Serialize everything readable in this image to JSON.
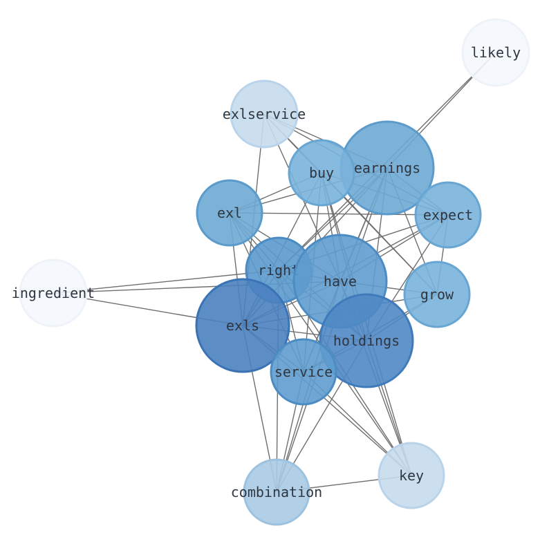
{
  "nodes": [
    {
      "id": "likely",
      "label": "likely",
      "fill": "#f4f8fd",
      "stroke": "#eef3fa"
    },
    {
      "id": "exlservice",
      "label": "exlservice",
      "fill": "#c5dbec",
      "stroke": "#b9d3ea"
    },
    {
      "id": "earnings",
      "label": "earnings",
      "fill": "#6ea9d4",
      "stroke": "#5a9bcc"
    },
    {
      "id": "buy",
      "label": "buy",
      "fill": "#7ab3db",
      "stroke": "#67a6d3"
    },
    {
      "id": "expect",
      "label": "expect",
      "fill": "#7ab3db",
      "stroke": "#67a6d3"
    },
    {
      "id": "exl",
      "label": "exl",
      "fill": "#6ea9d4",
      "stroke": "#5a9bcc"
    },
    {
      "id": "right",
      "label": "right",
      "fill": "#5b99cd",
      "stroke": "#4a8bc4"
    },
    {
      "id": "have",
      "label": "have",
      "fill": "#5f9cce",
      "stroke": "#4c8cc4"
    },
    {
      "id": "ingredient",
      "label": "ingredient",
      "fill": "#f4f8fd",
      "stroke": "#eef3fa"
    },
    {
      "id": "grow",
      "label": "grow",
      "fill": "#7ab3db",
      "stroke": "#67a6d3"
    },
    {
      "id": "exls",
      "label": "exls",
      "fill": "#4a81bf",
      "stroke": "#3a73b5"
    },
    {
      "id": "holdings",
      "label": "holdings",
      "fill": "#4f88c4",
      "stroke": "#3f7bbb"
    },
    {
      "id": "service",
      "label": "service",
      "fill": "#5f9cce",
      "stroke": "#4c8cc4"
    },
    {
      "id": "key",
      "label": "key",
      "fill": "#c5dbec",
      "stroke": "#b9d3ea"
    },
    {
      "id": "combination",
      "label": "combination",
      "fill": "#a9cbe4",
      "stroke": "#9cc2df"
    }
  ],
  "edges": [
    [
      "likely",
      "earnings"
    ],
    [
      "likely",
      "right"
    ],
    [
      "exlservice",
      "buy"
    ],
    [
      "exlservice",
      "earnings"
    ],
    [
      "exlservice",
      "expect"
    ],
    [
      "exlservice",
      "exls"
    ],
    [
      "exlservice",
      "have"
    ],
    [
      "exlservice",
      "grow"
    ],
    [
      "earnings",
      "exl"
    ],
    [
      "earnings",
      "right"
    ],
    [
      "earnings",
      "have"
    ],
    [
      "earnings",
      "exls"
    ],
    [
      "earnings",
      "holdings"
    ],
    [
      "earnings",
      "grow"
    ],
    [
      "earnings",
      "service"
    ],
    [
      "earnings",
      "combination"
    ],
    [
      "earnings",
      "expect"
    ],
    [
      "buy",
      "exl"
    ],
    [
      "buy",
      "grow"
    ],
    [
      "buy",
      "have"
    ],
    [
      "buy",
      "exls"
    ],
    [
      "buy",
      "holdings"
    ],
    [
      "buy",
      "service"
    ],
    [
      "buy",
      "expect"
    ],
    [
      "buy",
      "key"
    ],
    [
      "expect",
      "exl"
    ],
    [
      "expect",
      "right"
    ],
    [
      "expect",
      "exls"
    ],
    [
      "expect",
      "holdings"
    ],
    [
      "expect",
      "grow"
    ],
    [
      "expect",
      "have"
    ],
    [
      "exl",
      "right"
    ],
    [
      "exl",
      "exls"
    ],
    [
      "exl",
      "holdings"
    ],
    [
      "exl",
      "service"
    ],
    [
      "exl",
      "key"
    ],
    [
      "exl",
      "have"
    ],
    [
      "right",
      "ingredient"
    ],
    [
      "right",
      "have"
    ],
    [
      "right",
      "holdings"
    ],
    [
      "right",
      "exls"
    ],
    [
      "right",
      "service"
    ],
    [
      "right",
      "combination"
    ],
    [
      "right",
      "key"
    ],
    [
      "have",
      "exls"
    ],
    [
      "have",
      "holdings"
    ],
    [
      "have",
      "service"
    ],
    [
      "have",
      "grow"
    ],
    [
      "have",
      "combination"
    ],
    [
      "have",
      "key"
    ],
    [
      "ingredient",
      "exls"
    ],
    [
      "ingredient",
      "have"
    ],
    [
      "grow",
      "exls"
    ],
    [
      "grow",
      "holdings"
    ],
    [
      "grow",
      "service"
    ],
    [
      "exls",
      "holdings"
    ],
    [
      "exls",
      "service"
    ],
    [
      "exls",
      "combination"
    ],
    [
      "exls",
      "key"
    ],
    [
      "holdings",
      "service"
    ],
    [
      "holdings",
      "combination"
    ],
    [
      "holdings",
      "key"
    ],
    [
      "service",
      "combination"
    ],
    [
      "service",
      "key"
    ],
    [
      "key",
      "combination"
    ]
  ]
}
